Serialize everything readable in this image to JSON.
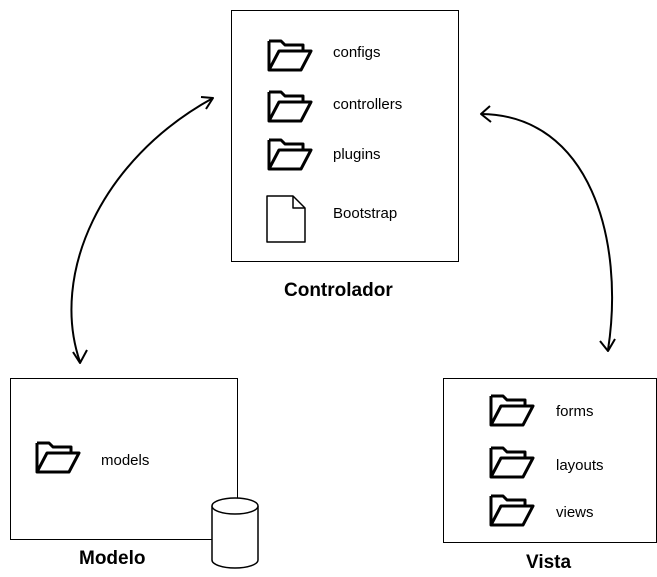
{
  "controlador": {
    "title": "Controlador",
    "items": [
      {
        "label": "configs",
        "icon": "folder-icon"
      },
      {
        "label": "controllers",
        "icon": "folder-icon"
      },
      {
        "label": "plugins",
        "icon": "folder-icon"
      },
      {
        "label": "Bootstrap",
        "icon": "file-icon"
      }
    ]
  },
  "modelo": {
    "title": "Modelo",
    "items": [
      {
        "label": "models",
        "icon": "folder-icon"
      }
    ],
    "extra_icon": "database-icon"
  },
  "vista": {
    "title": "Vista",
    "items": [
      {
        "label": "forms",
        "icon": "folder-icon"
      },
      {
        "label": "layouts",
        "icon": "folder-icon"
      },
      {
        "label": "views",
        "icon": "folder-icon"
      }
    ]
  }
}
